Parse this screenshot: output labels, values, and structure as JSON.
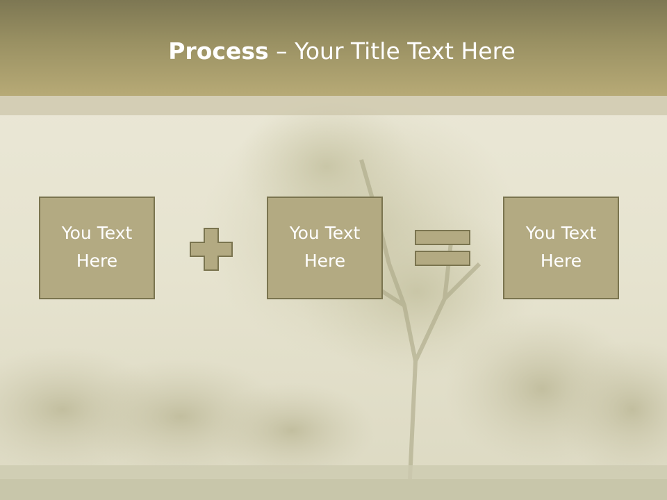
{
  "slide": {
    "title_bold": "Process",
    "title_separator": " – ",
    "title_rest": "Your Title Text Here",
    "boxes": [
      {
        "label": "You Text Here"
      },
      {
        "label": "You Text Here"
      },
      {
        "label": "You Text Here"
      }
    ],
    "operators": [
      "plus-icon",
      "equals-icon"
    ]
  },
  "colors": {
    "title_band": "#9a9163",
    "box_fill": "#b3aa82",
    "box_border": "#7a744f",
    "text": "#ffffff"
  }
}
